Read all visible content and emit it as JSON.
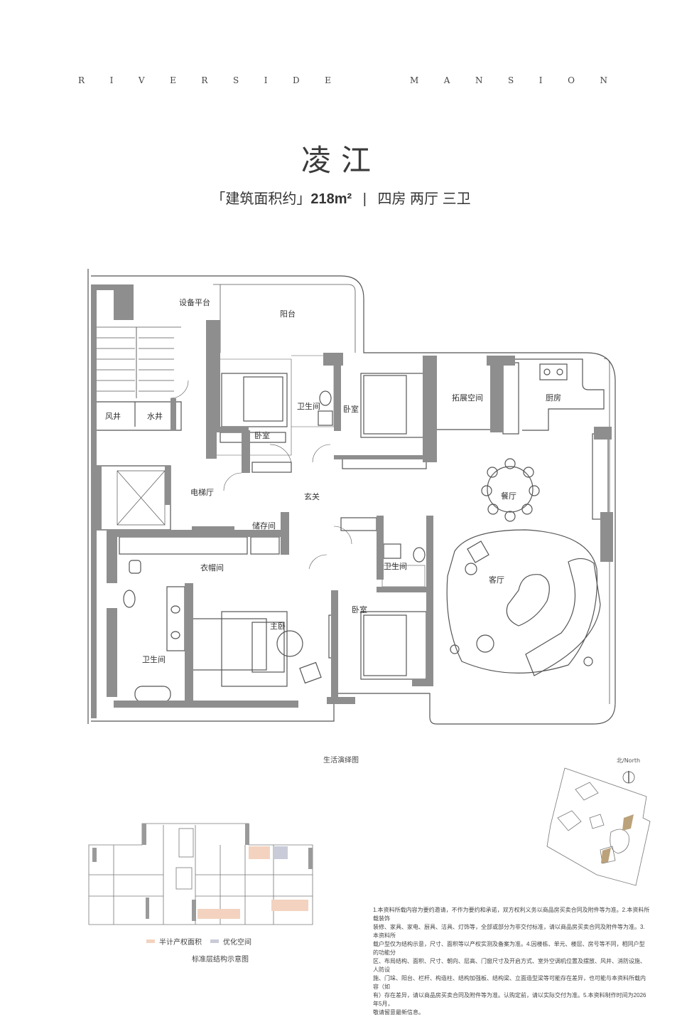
{
  "brand": {
    "word1": [
      "R",
      "I",
      "V",
      "E",
      "R",
      "S",
      "I",
      "D",
      "E"
    ],
    "word2": [
      "M",
      "A",
      "N",
      "S",
      "I",
      "O",
      "N"
    ]
  },
  "title": "凌江",
  "subtitle": {
    "prefix": "「建筑面积约」",
    "area": "218m²",
    "separator": "|",
    "layout": "四房 两厅 三卫"
  },
  "rooms": {
    "equipment_platform": "设备平台",
    "balcony": "阳台",
    "air_shaft": "风井",
    "water_shaft": "水井",
    "bedroom_left": "卧室",
    "bathroom_top": "卫生间",
    "bedroom_center": "卧室",
    "extension": "拓展空间",
    "kitchen": "厨房",
    "elevator_hall": "电梯厅",
    "foyer": "玄关",
    "dining": "餐厅",
    "storage": "储存间",
    "cloakroom": "衣帽间",
    "bathroom_mid": "卫生间",
    "living": "客厅",
    "bedroom_right": "卧室",
    "master": "主卧",
    "master_bath": "卫生间"
  },
  "captions": {
    "render": "生活演绎图",
    "standard": "标准层结构示意图",
    "north": "北/North"
  },
  "legend": {
    "half_area": "半计产权面积",
    "optimized": "优化空间",
    "half_area_color": "#f3d3bf",
    "optimized_color": "#c9cbd8"
  },
  "notes": [
    "1.本资料所载内容为要约邀请，不作为要约和承诺，双方权利义务以商品房买卖合同及附件等为准。2.本资料所载装饰",
    "装修、家具、家电、厨具、洁具、灯饰等，全部或部分为非交付标准，请以商品房买卖合同及附件等为准。3.本资料所",
    "载户型仅为结构示意，尺寸、面积等以产权实测及备案为准。4.因楼栋、单元、楼层、房号等不同，相同户型的功能分",
    "区、布局结构、面积、尺寸、朝向、层高、门窗尺寸及开启方式、室外空调机位置及摆放、风井、消防设施、人防设",
    "施、门垛、阳台、栏杆、构造柱、结构加强板、结构梁、立面造型梁等可能存在差异，也可能与本资料所载内容（如",
    "有）存在差异，请以商品房买卖合同及附件等为准。认购定前，请以实际交付为准。5.本资料制作时间为2026年5月，",
    "敬请留意最新信息。"
  ],
  "colors": {
    "wall": "#8e8e8e",
    "line": "#555555",
    "accent_shadow": "#9a9a9a"
  }
}
